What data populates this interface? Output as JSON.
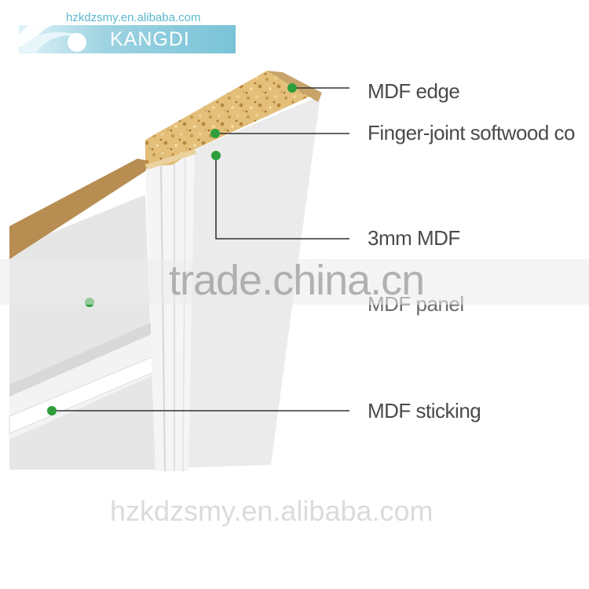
{
  "logo": {
    "url_text": "hzkdzsmy.en.alibaba.com",
    "brand_name": "KANGDI",
    "accent_color": "#6fbfd4",
    "icon": "leaf-swoosh-logo-icon"
  },
  "labels": [
    {
      "id": "mdf-edge",
      "text": "MDF edge"
    },
    {
      "id": "finger-joint",
      "text": "Finger-joint softwood co"
    },
    {
      "id": "mdf-3mm",
      "text": "3mm MDF"
    },
    {
      "id": "mdf-panel",
      "text": "MDF panel"
    },
    {
      "id": "mdf-sticking",
      "text": "MDF sticking"
    }
  ],
  "watermark": {
    "center_text": "trade.china.cn",
    "bottom_text": "hzkdzsmy.en.alibaba.com"
  },
  "colors": {
    "marker": "#2e9e3c",
    "core_wood": "#d9b46a",
    "mdf_edge": "#c9a66a",
    "panel_face": "#e9e9e9",
    "leader_line": "#333333"
  }
}
